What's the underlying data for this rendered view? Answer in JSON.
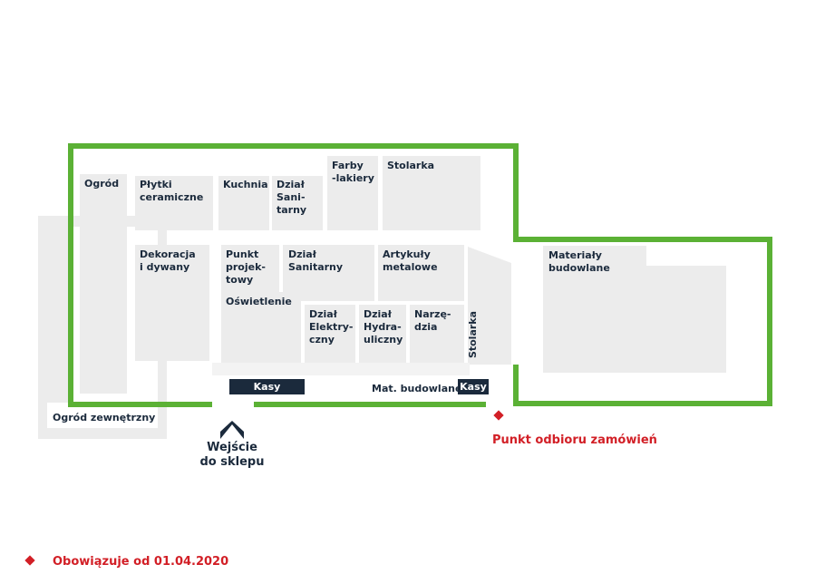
{
  "zones": {
    "ogrod": "Ogród",
    "plytki": "Płytki\nceramiczne",
    "kuchnia": "Kuchnia",
    "sanitarny_top": "Dział\nSani-\ntarny",
    "farby": "Farby\n-lakiery",
    "stolarka_top": "Stolarka",
    "dekoracja": "Dekoracja\ni dywany",
    "punkt": "Punkt\nprojek-\ntowy",
    "sanitarny_mid": "Dział\nSanitarny",
    "artykuly": "Artykuły\nmetalowe",
    "oswietlenie": "Oświetlenie",
    "elektryczny": "Dział\nElektry-\nczny",
    "hydrauliczny": "Dział\nHydra-\nuliczny",
    "narzedzia": "Narzę-\ndzia",
    "stolarka_side": "Stolarka",
    "materialy": "Materiały\nbudowlane",
    "ogrod_zew": "Ogród zewnętrzny",
    "mat_budowlane": "Mat. budowlane"
  },
  "checkouts": {
    "kasy_left": "Kasy",
    "kasy_right": "Kasy"
  },
  "entrance": "Wejście\ndo sklepu",
  "pickup": "Punkt odbioru zamówień",
  "footer": "Obowiązuje od 01.04.2020",
  "colors": {
    "outline": "#5bb135",
    "area": "#ececec",
    "dark": "#1b2a3c",
    "accent": "#d21f26"
  },
  "icons": {
    "entrance": "chevron-up-icon",
    "marker": "diamond-icon"
  }
}
